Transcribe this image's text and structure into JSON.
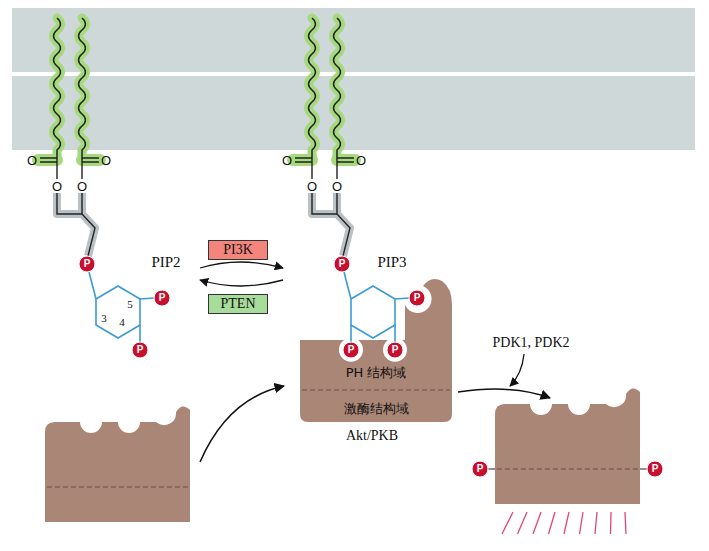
{
  "diagram": {
    "nodes": [
      {
        "text": [
          "PI3K"
        ]
      },
      {
        "text": [
          "PTEN"
        ]
      },
      {
        "text": [
          "PH 结构域",
          "激酶结构域",
          "Akt/PKB"
        ]
      }
    ],
    "labels": [
      "O",
      "O",
      "O",
      "O",
      "P",
      "PIP2",
      "5",
      "3",
      "4",
      "P",
      "P",
      "O",
      "O",
      "O",
      "O",
      "P",
      "PIP3",
      "P",
      "P",
      "P",
      "PDK1, PDK2",
      "P",
      "P"
    ]
  }
}
